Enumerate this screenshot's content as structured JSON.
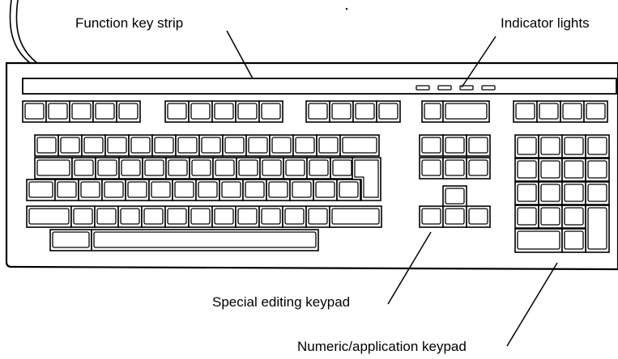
{
  "labels": {
    "function_key_strip": "Function key strip",
    "indicator_lights": "Indicator lights",
    "special_editing_keypad": "Special editing keypad",
    "numeric_application_keypad": "Numeric/application keypad"
  },
  "style": {
    "line_color": "#000000",
    "background": "#ffffff",
    "key_fill": "#ffffff",
    "body_fill": "#ffffff"
  },
  "keyboard": {
    "function_keys": [
      5,
      5,
      4,
      2,
      4
    ],
    "indicator_light_count": 4,
    "main_rows": 5
  }
}
